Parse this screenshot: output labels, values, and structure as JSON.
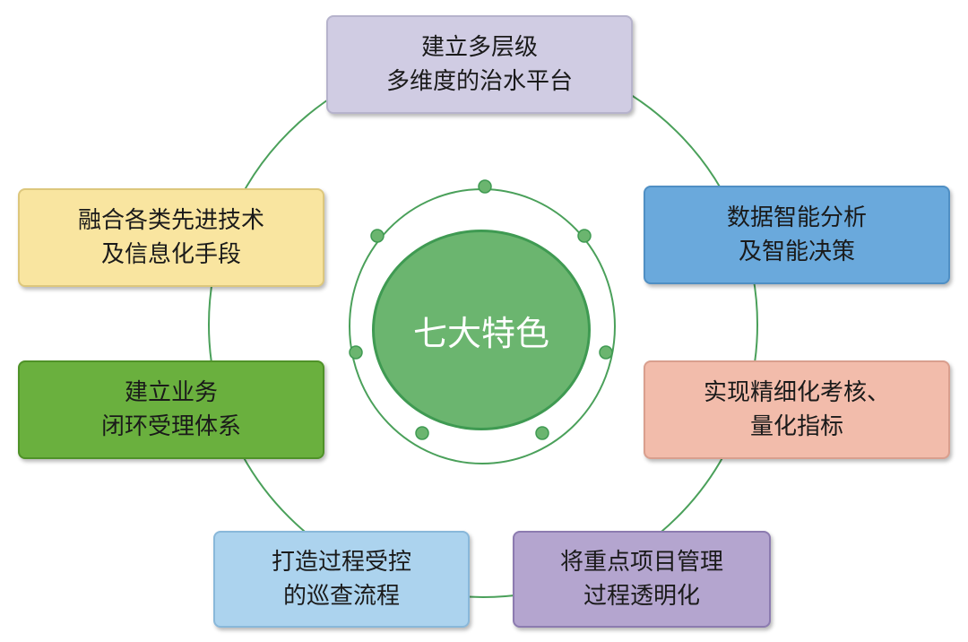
{
  "center": {
    "label": "七大特色"
  },
  "features": [
    {
      "lines": [
        "建立多层级",
        "多维度的治水平台"
      ]
    },
    {
      "lines": [
        "数据智能分析",
        "及智能决策"
      ]
    },
    {
      "lines": [
        "实现精细化考核、",
        "量化指标"
      ]
    },
    {
      "lines": [
        "将重点项目管理",
        "过程透明化"
      ]
    },
    {
      "lines": [
        "打造过程受控",
        "的巡查流程"
      ]
    },
    {
      "lines": [
        "建立业务",
        "闭环受理体系"
      ]
    },
    {
      "lines": [
        "融合各类先进技术",
        "及信息化手段"
      ]
    }
  ],
  "colors": {
    "ring": "#4aa05a",
    "center_fill": "#6bb56f",
    "box_1": "#d0cce3",
    "box_2": "#6aa9dc",
    "box_3": "#f2bcab",
    "box_4": "#b4a5cf",
    "box_5": "#acd3ee",
    "box_6": "#6ab03e",
    "box_7": "#f9e5a0"
  }
}
